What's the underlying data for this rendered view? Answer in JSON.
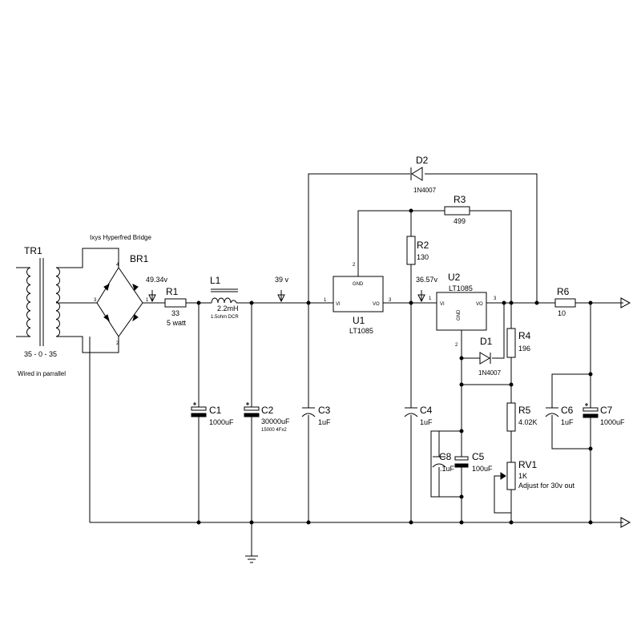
{
  "components": {
    "tr1": {
      "ref": "TR1",
      "ratio": "35 - 0 - 35",
      "note": "Wired in parrallel"
    },
    "br1": {
      "ref": "BR1",
      "title": "Ixys Hyperfred Bridge",
      "pin1": "1",
      "pin2": "2",
      "pin3": "3",
      "pin4": "4"
    },
    "r1": {
      "ref": "R1",
      "value": "33",
      "rating": "5 watt"
    },
    "l1": {
      "ref": "L1",
      "value": "2.2mH",
      "dcr": "1.5ohm DCR"
    },
    "c1": {
      "ref": "C1",
      "value": "1000uF"
    },
    "c2": {
      "ref": "C2",
      "value": "30000uF",
      "esr": "15000 4Fx2"
    },
    "c3": {
      "ref": "C3",
      "value": "1uF"
    },
    "u1": {
      "ref": "U1",
      "part": "LT1085",
      "vi": "VI",
      "vo": "VO",
      "gnd": "GND",
      "pin1": "1",
      "pin2": "2",
      "pin3": "3"
    },
    "u2": {
      "ref": "U2",
      "part": "LT1085",
      "vi": "VI",
      "vo": "VO",
      "gnd": "GND",
      "pin1": "1",
      "pin2": "2",
      "pin3": "3"
    },
    "d2": {
      "ref": "D2",
      "part": "1N4007"
    },
    "r3": {
      "ref": "R3",
      "value": "499"
    },
    "r2": {
      "ref": "R2",
      "value": "130"
    },
    "c4": {
      "ref": "C4",
      "value": "1uF"
    },
    "c8": {
      "ref": "C8",
      "value": ".1uF"
    },
    "c5": {
      "ref": "C5",
      "value": "100uF"
    },
    "d1": {
      "ref": "D1",
      "part": "1N4007"
    },
    "r4": {
      "ref": "R4",
      "value": "196"
    },
    "r5": {
      "ref": "R5",
      "value": "4.02K"
    },
    "rv1": {
      "ref": "RV1",
      "value": "1K",
      "note": "Adjust for 30v out"
    },
    "r6": {
      "ref": "R6",
      "value": "10"
    },
    "c6": {
      "ref": "C6",
      "value": "1uF"
    },
    "c7": {
      "ref": "C7",
      "value": "1000uF"
    }
  },
  "probes": {
    "p1": "49.34v",
    "p2": "39 v",
    "p3": "36.57v"
  },
  "icons": [
    "transformer-icon",
    "bridge-rectifier-icon",
    "resistor-icon",
    "inductor-icon",
    "capacitor-icon",
    "polarized-capacitor-icon",
    "diode-icon",
    "potentiometer-icon",
    "ground-icon",
    "voltage-probe-icon",
    "output-arrow-icon"
  ]
}
